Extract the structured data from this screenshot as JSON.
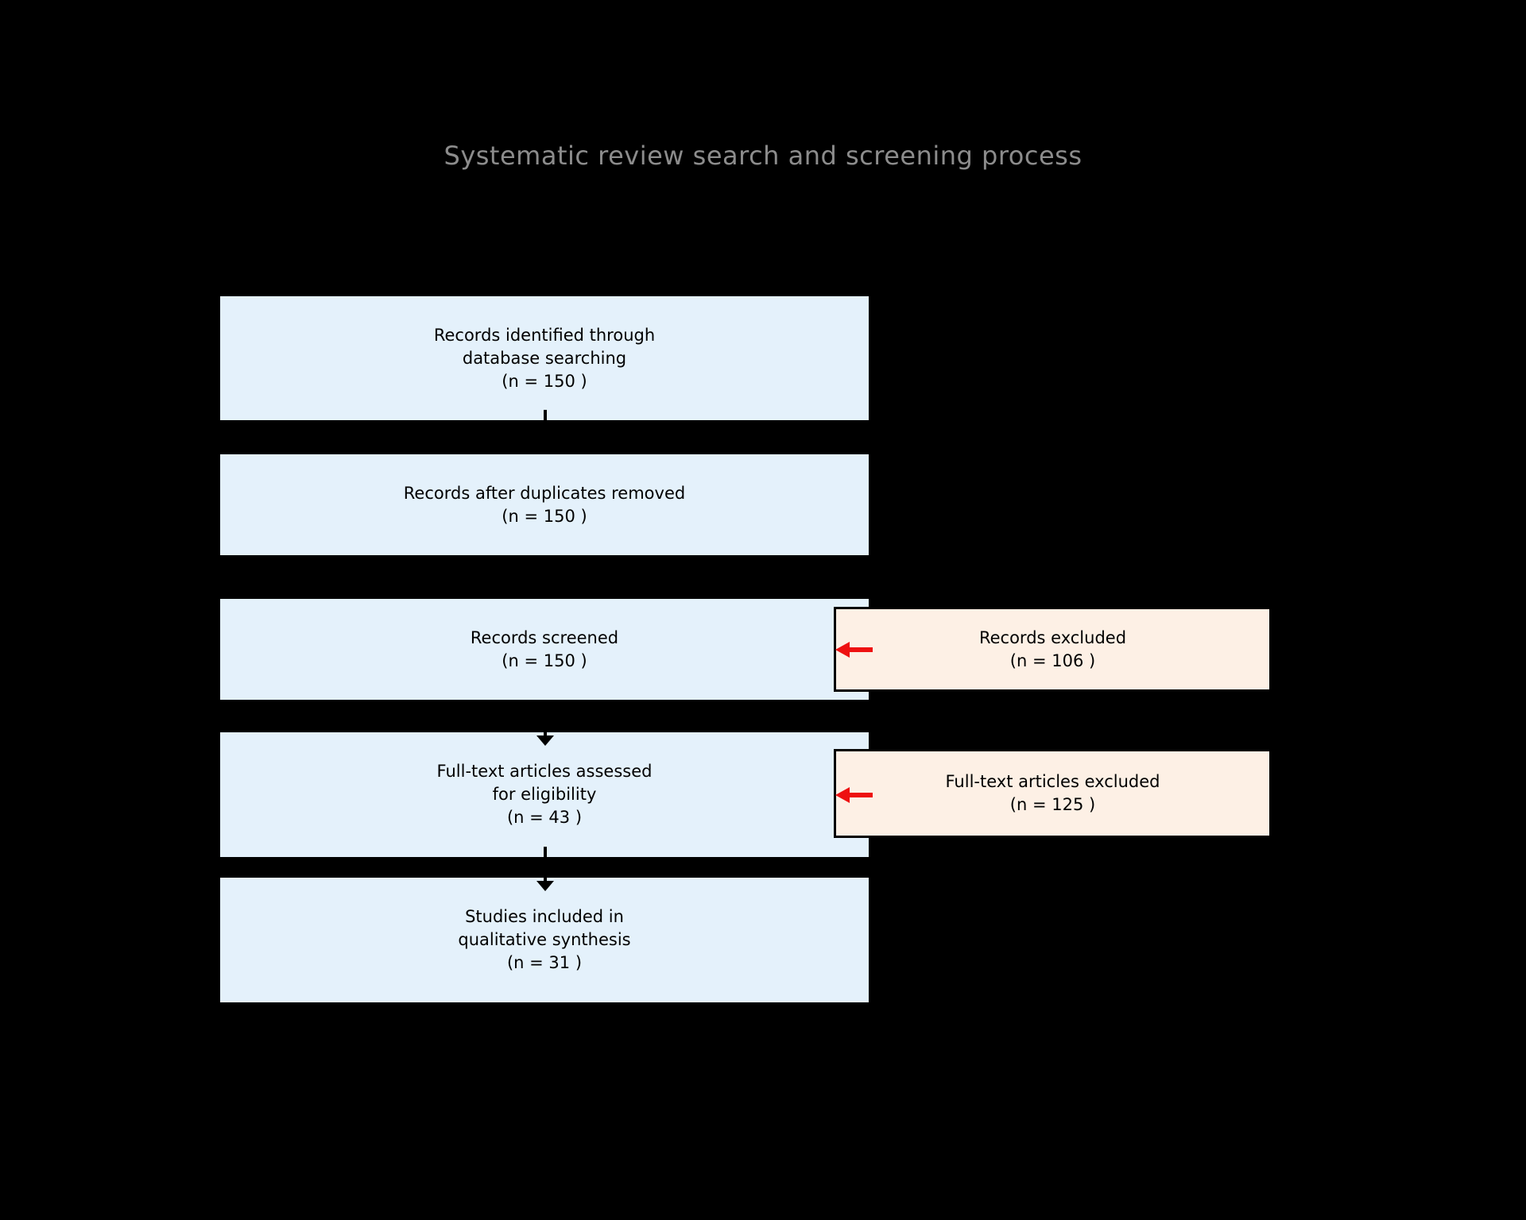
{
  "title": "Systematic review search and screening process",
  "colors": {
    "background": "#000000",
    "process_box_fill": "#e4f1fb",
    "excluded_box_fill": "#fdf0e5",
    "border": "#000000",
    "text": "#000000",
    "title_gray": "#8c8c8c",
    "exclusion_arrow_red": "#ee1111"
  },
  "flow": {
    "process_boxes": {
      "identified": {
        "line1": "Records identified through",
        "line2": "database searching",
        "line3": "(n = 150 )"
      },
      "duplicates_removed": {
        "line1": "Records after duplicates removed",
        "line2": "(n = 150 )"
      },
      "screened": {
        "line1": "Records screened",
        "line2": "(n = 150 )"
      },
      "fulltext_assessed": {
        "line1": "Full-text articles assessed",
        "line2": "for eligibility",
        "line3": "(n = 43 )"
      },
      "included": {
        "line1": "Studies included in",
        "line2": "qualitative synthesis",
        "line3": "(n = 31 )"
      }
    },
    "exclusion_boxes": {
      "records_excluded": {
        "line1": "Records excluded",
        "line2": "(n = 106 )"
      },
      "fulltext_excluded": {
        "line1": "Full-text articles excluded",
        "line2": "(n = 125 )"
      }
    }
  }
}
